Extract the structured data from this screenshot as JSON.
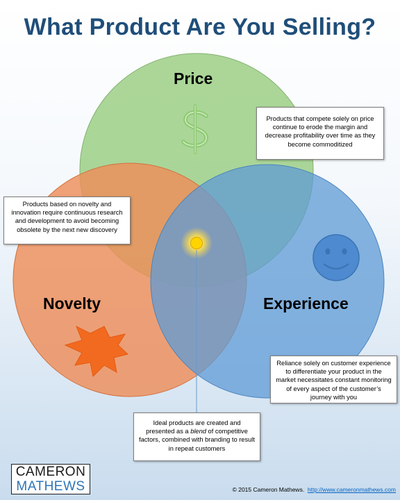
{
  "title": "What Product Are You Selling?",
  "circles": {
    "price": {
      "label": "Price",
      "color": "#9ccf86"
    },
    "novelty": {
      "label": "Novelty",
      "color": "#ee8d59"
    },
    "experience": {
      "label": "Experience",
      "color": "#5f9bd5"
    }
  },
  "icons": {
    "price": "dollar-sign-icon",
    "novelty": "starburst-icon",
    "experience": "smiley-face-icon",
    "center": "glowing-sun-icon"
  },
  "notes": {
    "price": "Products that compete solely on price continue to erode the margin and decrease profitability over time as they become commoditized",
    "novelty": "Products based on novelty and innovation require continuous research and development to avoid becoming obsolete by the next new discovery",
    "experience": "Reliance solely on customer experience to differentiate your product in the market necessitates constant monitoring of every aspect of the customer’s journey with you",
    "center": {
      "before": "Ideal products are created and presented as a ",
      "emphasis": "blend",
      "after": " of competitive factors, combined with branding to result in repeat customers"
    }
  },
  "logo": {
    "line1": "CAMERON",
    "line2": "MATHEWS"
  },
  "footer": {
    "copyright": "© 2015 Cameron Mathews.",
    "link": "http://www.cameronmathews.com"
  }
}
